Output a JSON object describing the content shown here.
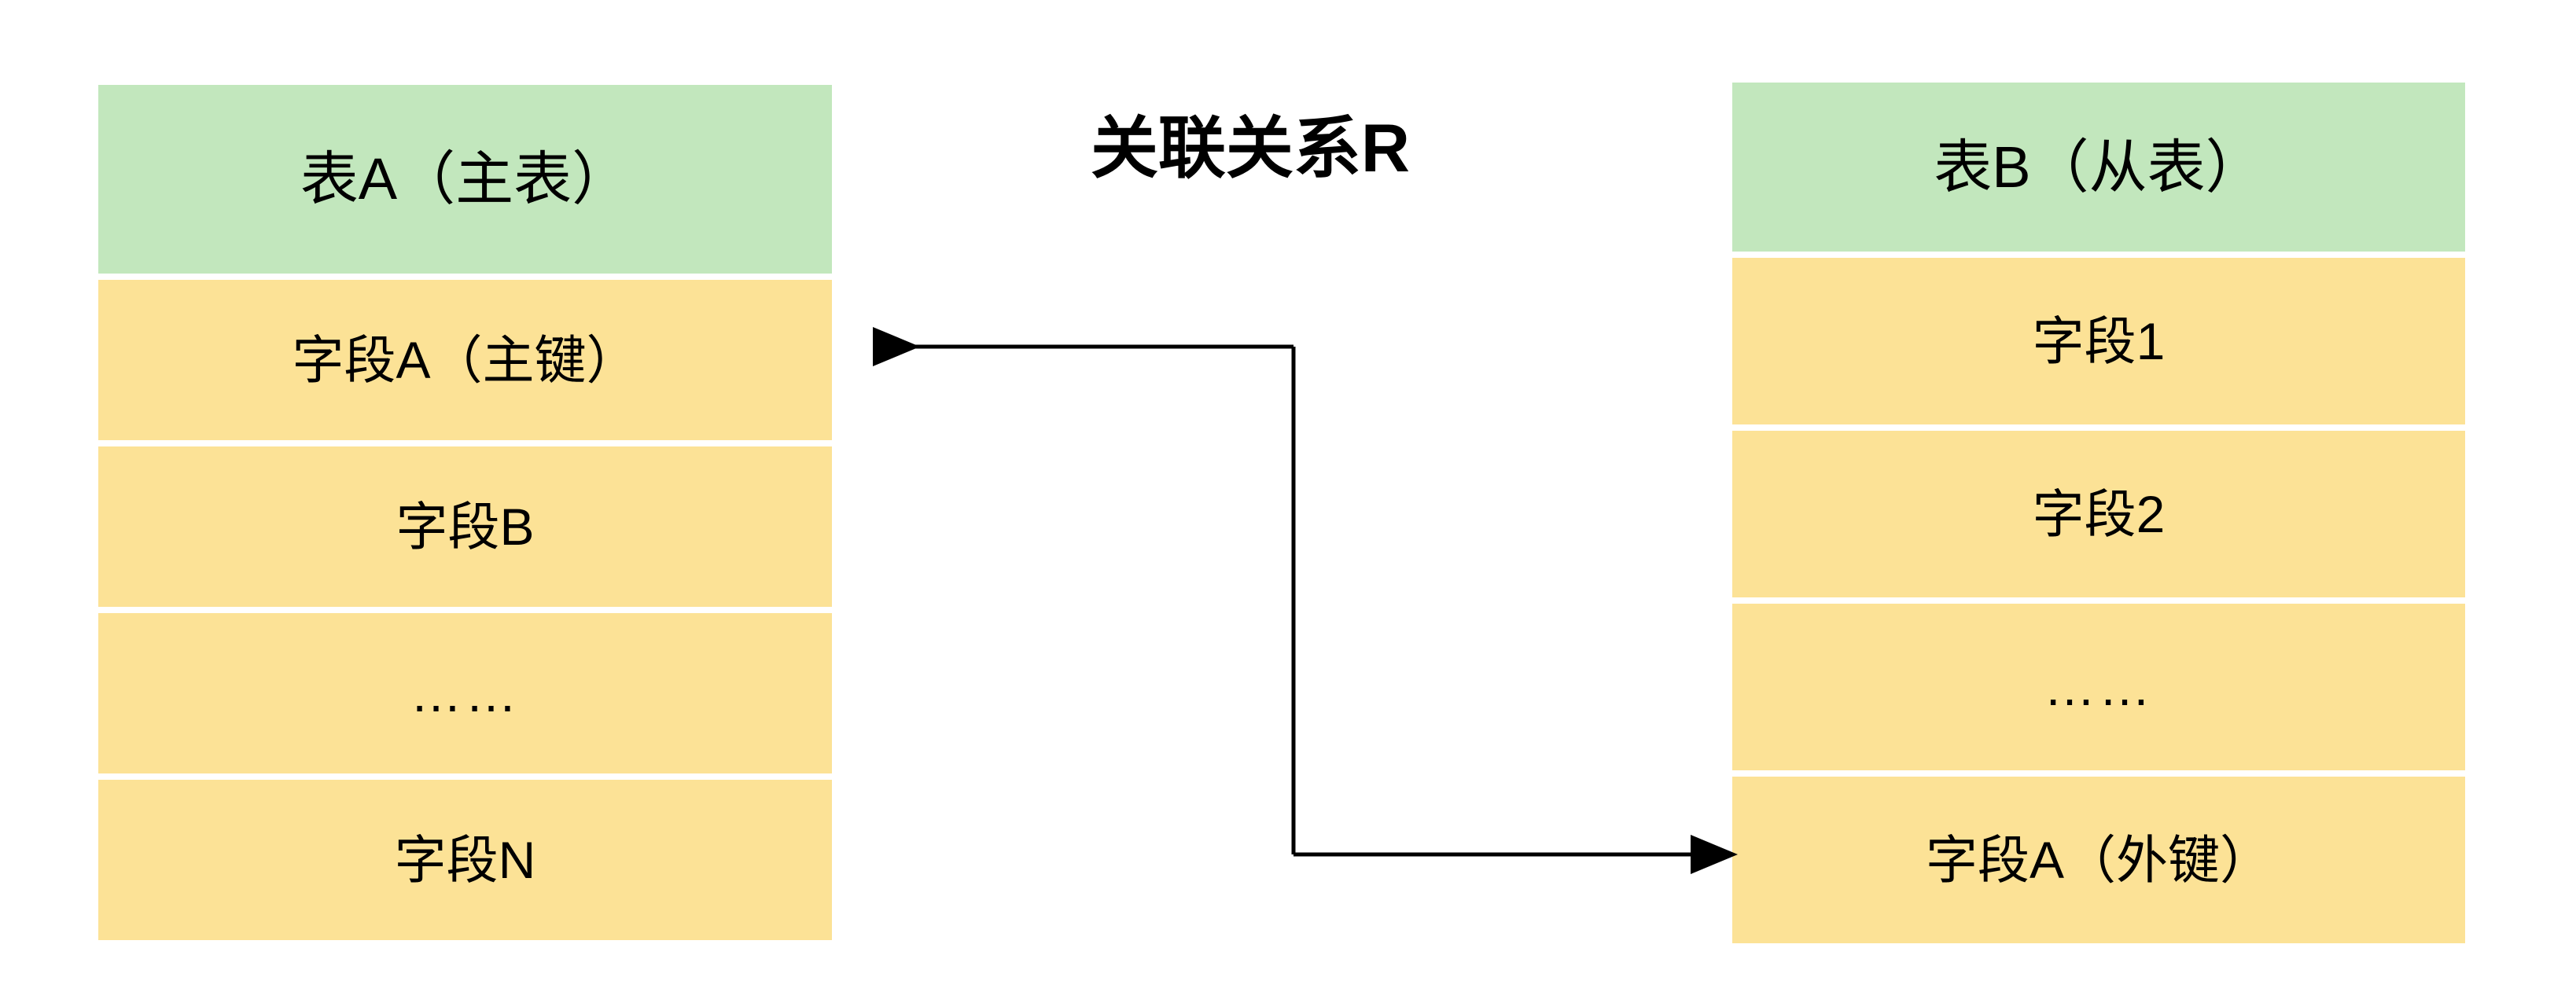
{
  "diagram": {
    "title": "关联关系R",
    "colors": {
      "header_fill": "#C2E7BD",
      "row_fill": "#FCE296",
      "connector_stroke": "#000000",
      "background": "#FFFFFF",
      "text": "#000000"
    },
    "tables": [
      {
        "id": "table-a",
        "role": "主表",
        "header": "表A（主表）",
        "rows": [
          {
            "label": "字段A（主键）",
            "key": "primary"
          },
          {
            "label": "字段B",
            "key": "plain"
          },
          {
            "label": "……",
            "key": "ellipsis"
          },
          {
            "label": "字段N",
            "key": "plain"
          }
        ]
      },
      {
        "id": "table-b",
        "role": "从表",
        "header": "表B（从表）",
        "rows": [
          {
            "label": "字段1",
            "key": "plain"
          },
          {
            "label": "字段2",
            "key": "plain"
          },
          {
            "label": "……",
            "key": "ellipsis"
          },
          {
            "label": "字段A（外键）",
            "key": "foreign"
          }
        ]
      }
    ],
    "connector": {
      "name": "relation-connector",
      "description": "字段A（外键）指向字段A（主键）的双向折线连接",
      "from": "表B.字段A（外键）",
      "to": "表A.字段A（主键）",
      "arrow_start": "字段A（主键）",
      "arrow_end": "字段A（外键）"
    }
  }
}
